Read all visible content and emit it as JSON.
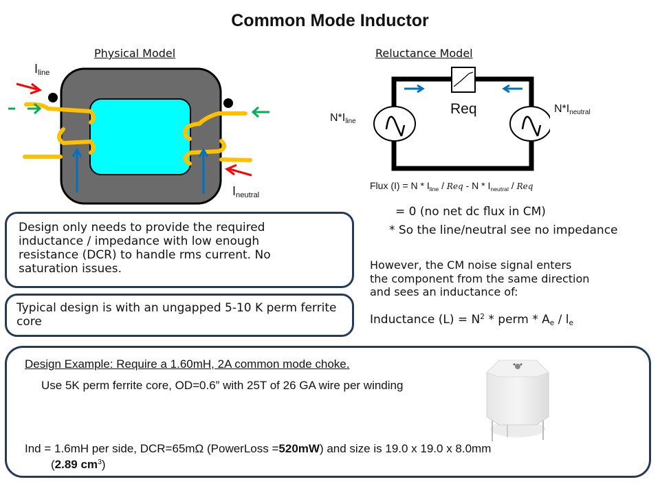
{
  "title": "Common Mode Inductor",
  "physical_model": {
    "heading": "Physical Model",
    "i_line": {
      "base": "I",
      "sub": "line"
    },
    "i_neutral": {
      "base": "I",
      "sub": "neutral"
    },
    "colors": {
      "core": "#6b6b6b",
      "window": "#00ffff",
      "winding": "#ffc000",
      "current_arrow": "#ff0000",
      "cm_arrow": "#00b050",
      "flux_arrow": "#0070c0"
    }
  },
  "reluctance_model": {
    "heading": "Reluctance Model",
    "req_label": "Req",
    "left_source": {
      "prefix": "N*I",
      "sub": "line"
    },
    "right_source": {
      "prefix": "N*I",
      "sub": "neutral"
    }
  },
  "flux_equation": {
    "lhs": "Flux (I) = N * I",
    "sub1": "line",
    "mid1": " / ",
    "req1": "Req",
    "mid2": " - N * I",
    "sub2": "neutral",
    "mid3": " / ",
    "req2": "Req"
  },
  "flux_result": "= 0 (no net dc flux in CM)",
  "flux_note": "* So the line/neutral see no impedance",
  "cm_noise_text": "However, the CM noise signal enters the component from the same direction and sees an inductance of:",
  "inductance_equation": {
    "prefix": "Inductance (L) = N",
    "sup": "2",
    "mid": " * perm * A",
    "sub1": "e",
    "mid2": " / l",
    "sub2": "e"
  },
  "box1_text": "Design only needs to provide the required inductance / impedance with low enough resistance (DCR) to handle rms current. No saturation issues.",
  "box2_text": "Typical design is with an ungapped 5-10 K perm ferrite core",
  "design_example": {
    "heading": "Design Example:  Require a 1.60mH, 2A common mode choke.",
    "detail": "Use 5K perm ferrite core, OD=0.6” with 25T of 26 GA wire per winding",
    "result_pre": "Ind = 1.6mH per side, DCR=65mΩ (PowerLoss =",
    "result_bold": "520mW",
    "result_post": ") and size is 19.0 x 19.0 x 8.0mm",
    "volume_open": "(",
    "volume_bold": "2.89 cm",
    "volume_sup": "3",
    "volume_close": ")"
  }
}
